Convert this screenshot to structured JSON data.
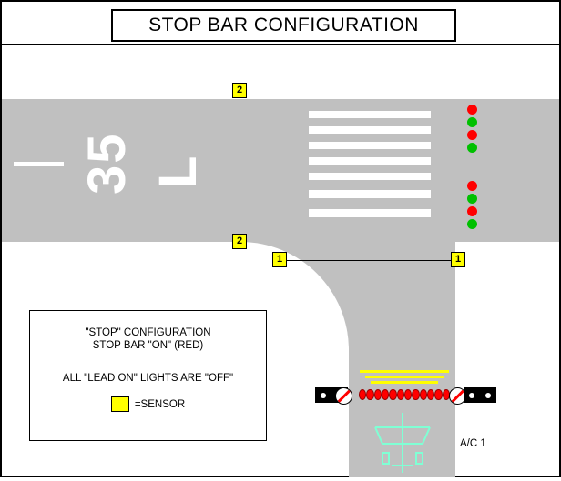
{
  "title": "STOP BAR CONFIGURATION",
  "runway": {
    "designator_number": "35",
    "designator_letter": "L"
  },
  "sensors": [
    {
      "id": "sensor-2-top",
      "label": "2"
    },
    {
      "id": "sensor-2-bottom",
      "label": "2"
    },
    {
      "id": "sensor-1-left",
      "label": "1"
    },
    {
      "id": "sensor-1-right",
      "label": "1"
    }
  ],
  "light_clusters": [
    {
      "name": "upper",
      "lamps": [
        "red",
        "green",
        "red",
        "green"
      ]
    },
    {
      "name": "lower",
      "lamps": [
        "red",
        "green",
        "red",
        "green"
      ]
    }
  ],
  "stop_bar": {
    "state": "ON",
    "color": "#ff0000",
    "lamp_count": 12
  },
  "lead_on_lights": {
    "state": "OFF",
    "color": "#ffff00"
  },
  "legend": {
    "line1": "\"STOP\" CONFIGURATION",
    "line2": "STOP BAR \"ON\" (RED)",
    "line3": "ALL \"LEAD ON\" LIGHTS ARE \"OFF\"",
    "sensor_key": "=SENSOR",
    "sensor_swatch_color": "#ffff00"
  },
  "aircraft": {
    "label": "A/C 1",
    "color": "#7fffd4"
  },
  "colors": {
    "pavement": "#c0c0c0",
    "marking": "#ffffff",
    "red": "#ff0000",
    "green": "#00c000",
    "yellow": "#ffff00",
    "black": "#000000"
  }
}
